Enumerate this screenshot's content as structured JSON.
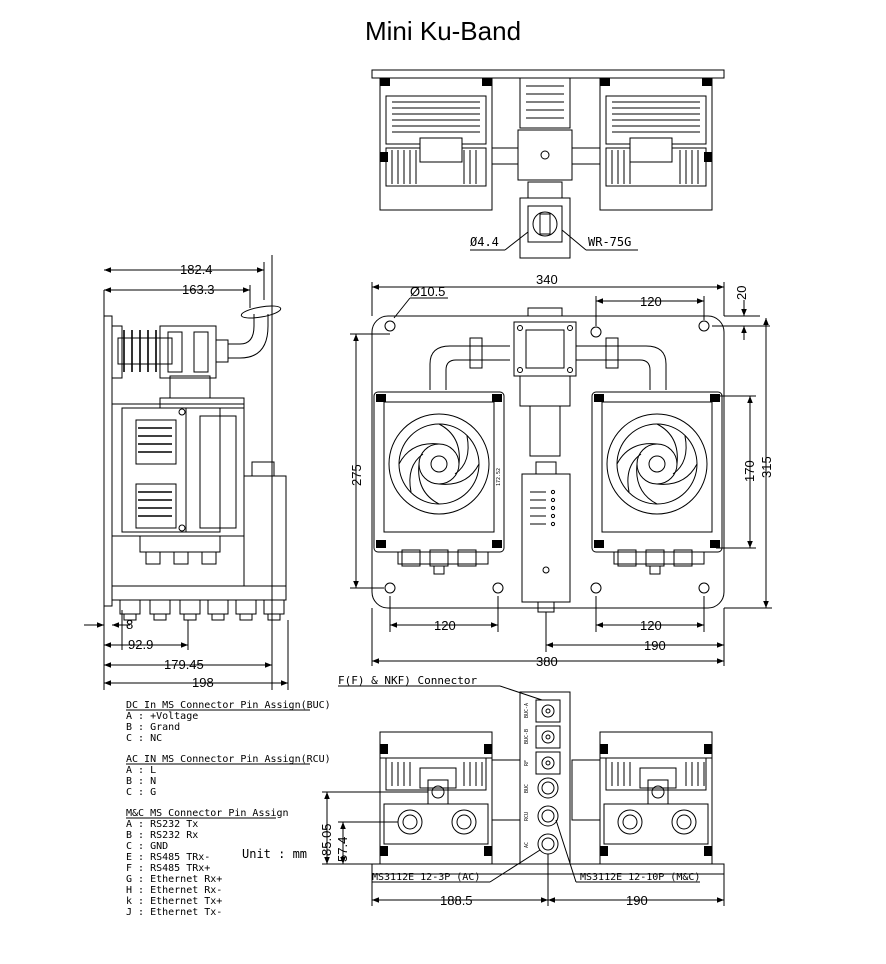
{
  "title": "Mini Ku-Band",
  "top_view": {
    "hole_label": "Ø4.4",
    "waveguide_label": "WR-75G"
  },
  "front_view": {
    "width_top": "340",
    "hole_label": "Ø10.5",
    "hole_spacing_top": "120",
    "edge_offset": "20",
    "height_275": "275",
    "height_170": "170",
    "height_315": "315",
    "fan_label": "172.52",
    "hole_spacing_bottom_left": "120",
    "hole_spacing_bottom_right": "120",
    "dim_190": "190",
    "overall_width": "380"
  },
  "side_view": {
    "d1": "182.4",
    "d2": "163.3",
    "d3": "8",
    "d4": "92.9",
    "d5": "179.45",
    "d6": "198"
  },
  "bottom_view": {
    "connector_title": "F(F) & NKF) Connector",
    "h1": "85.05",
    "h2": "57.4",
    "label_ac": "MS3112E 12-3P (AC)",
    "label_mc": "MS3112E 12-10P (M&C)",
    "w_left": "188.5",
    "w_right": "190",
    "unit": "Unit : mm",
    "port_labels": [
      "BUC-A",
      "BUC-B",
      "RF",
      "BUC",
      "RCU",
      "AC"
    ]
  },
  "notes": {
    "dc_title": "DC In MS Connector Pin Assign(BUC)",
    "dc_items": [
      "A : +Voltage",
      "B : Grand",
      "C : NC"
    ],
    "ac_title": "AC IN MS Connector Pin Assign(RCU)",
    "ac_items": [
      "A : L",
      "B : N",
      "C : G"
    ],
    "mc_title": "M&C MS Connector Pin Assign",
    "mc_items": [
      "A : RS232 Tx",
      "B : RS232 Rx",
      "C : GND",
      "E : RS485 TRx-",
      "F : RS485 TRx+",
      "G : Ethernet Rx+",
      "H : Ethernet Rx-",
      "k : Ethernet Tx+",
      "J : Ethernet Tx-"
    ]
  }
}
